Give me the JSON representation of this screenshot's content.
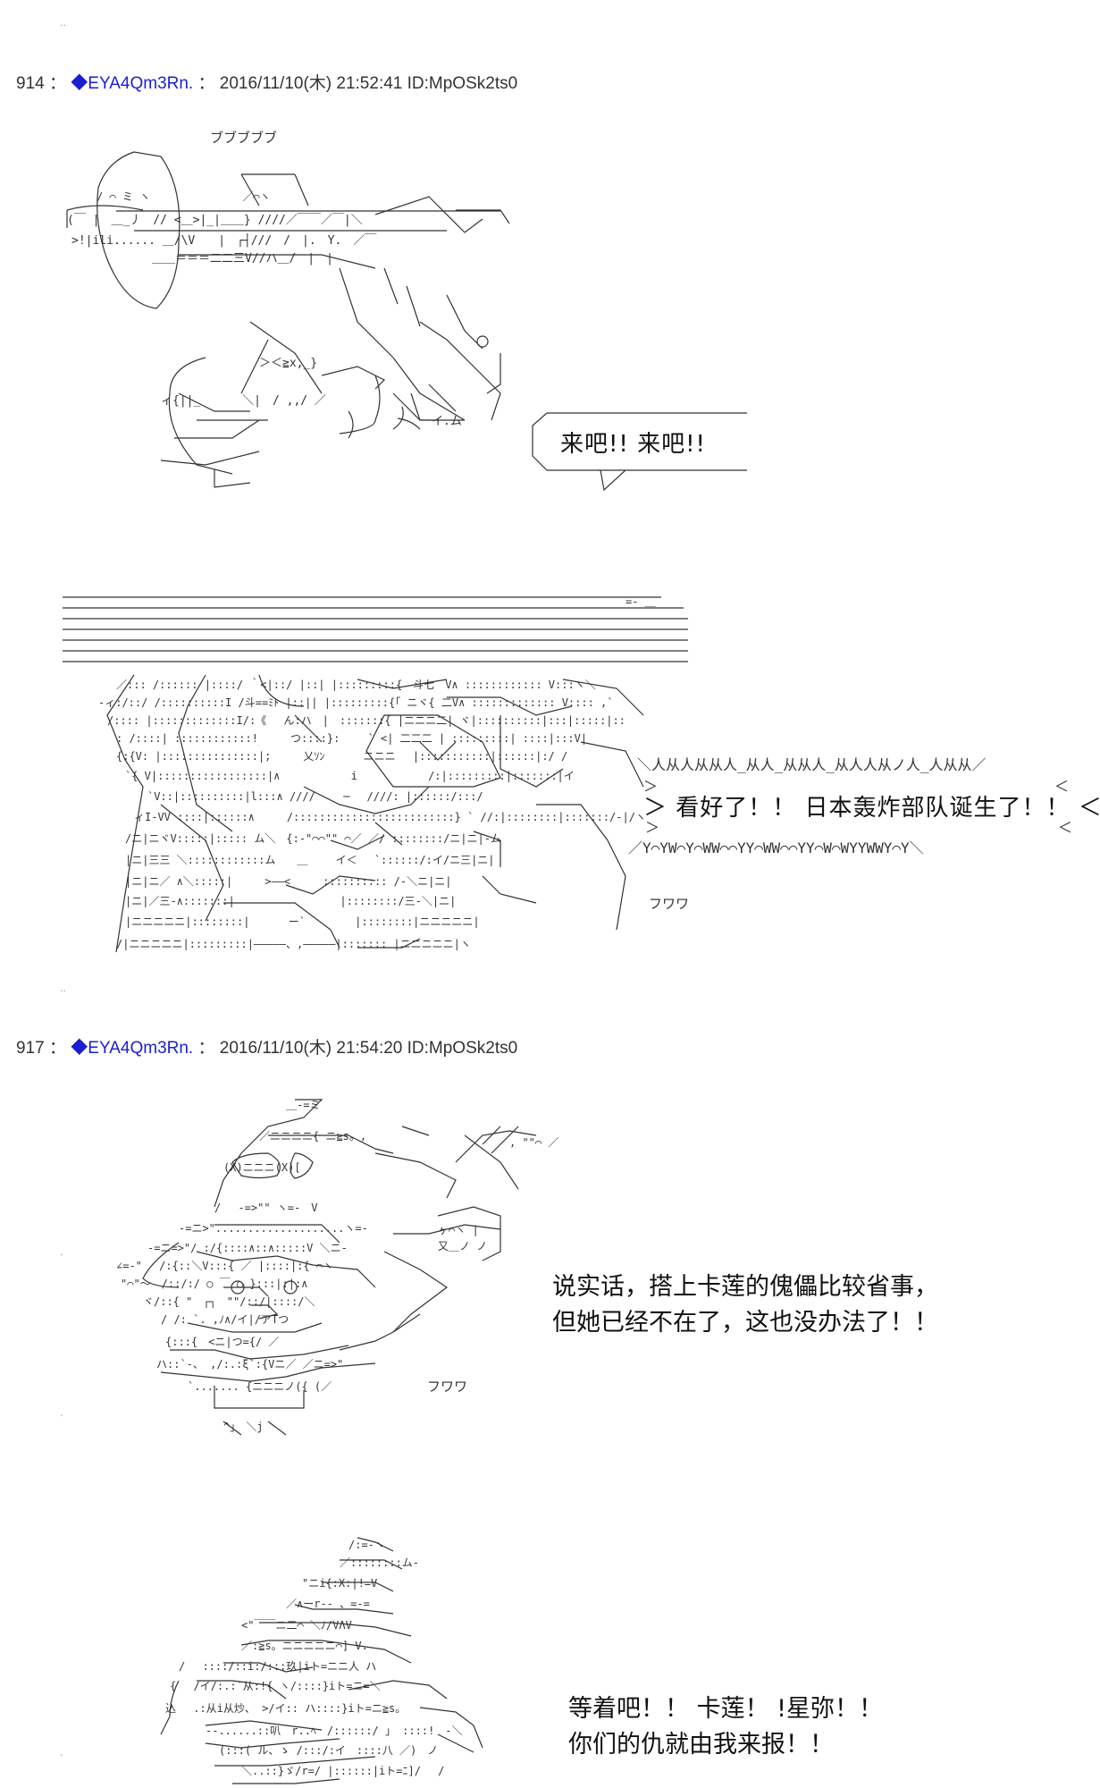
{
  "posts": [
    {
      "number": "914",
      "separator": "：",
      "trip": "◆EYA4Qm3Rn.",
      "after_trip": "：",
      "datetime": "2016/11/10(木) 21:52:41 ID:MpOSk2ts0",
      "sfx_top": "ブブブブブ",
      "bubble": "来吧!! 来吧!!",
      "shout": "看好了！！ 日本轰炸部队诞生了！！",
      "shout_top": "＼人从人从从人_从人_从从人_从人人从ノ人_人从从／",
      "shout_bottom": "／Y⌒YW⌒Y⌒WW⌒⌒YY⌒WW⌒⌒YY⌒W⌒WYYWWY⌒Y＼",
      "sfx_bottom": "フワワ"
    },
    {
      "number": "917",
      "separator": "：",
      "trip": "◆EYA4Qm3Rn.",
      "after_trip": "：",
      "datetime": "2016/11/10(木) 21:54:20 ID:MpOSk2ts0",
      "caption_lines": [
        "说实话，搭上卡莲的傀儡比较省事，",
        "但她已经不在了，这也没办法了！！"
      ],
      "sfx": "フワワ",
      "caption2_lines": [
        "等着吧！！ 卡莲！ !星弥！！",
        "你们的仇就由我来报！！"
      ]
    }
  ],
  "separator_dots": ".."
}
